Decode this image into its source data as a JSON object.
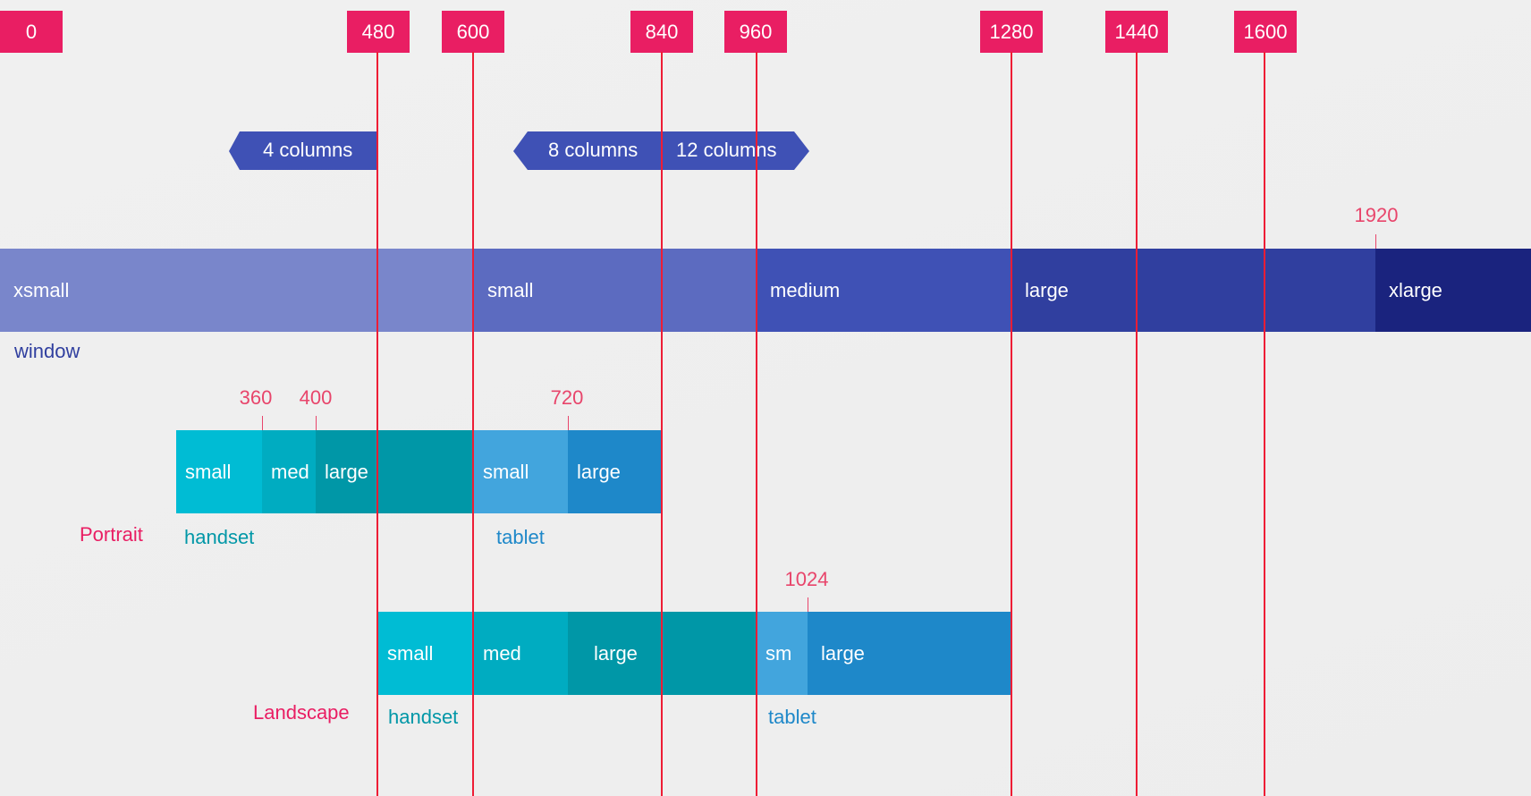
{
  "breakpoints": [
    "0",
    "480",
    "600",
    "840",
    "960",
    "1280",
    "1440",
    "1600"
  ],
  "columns": {
    "four": "4 columns",
    "eight": "8 columns",
    "twelve": "12 columns"
  },
  "window": {
    "segments": [
      "xsmall",
      "small",
      "medium",
      "large",
      "xlarge"
    ],
    "marker": "1920",
    "label": "window"
  },
  "portrait": {
    "label": "Portrait",
    "handset_segments": [
      "small",
      "med",
      "large"
    ],
    "tablet_segments": [
      "small",
      "large"
    ],
    "markers": [
      "360",
      "400",
      "720"
    ],
    "handset_label": "handset",
    "tablet_label": "tablet"
  },
  "landscape": {
    "label": "Landscape",
    "handset_segments": [
      "small",
      "med",
      "large"
    ],
    "tablet_segments": [
      "sm",
      "large"
    ],
    "marker": "1024",
    "handset_label": "handset",
    "tablet_label": "tablet"
  },
  "colors": {
    "breakpoint": "#e91e63",
    "line": "#ee1d35",
    "columns": "#3f51b5",
    "window": [
      "#7986cb",
      "#5c6bc0",
      "#3f51b5",
      "#303f9f",
      "#1a237e"
    ],
    "handset": [
      "#00bcd4",
      "#00acc1",
      "#0097a7"
    ],
    "tablet": [
      "#42a5dd",
      "#1e88c9"
    ]
  }
}
